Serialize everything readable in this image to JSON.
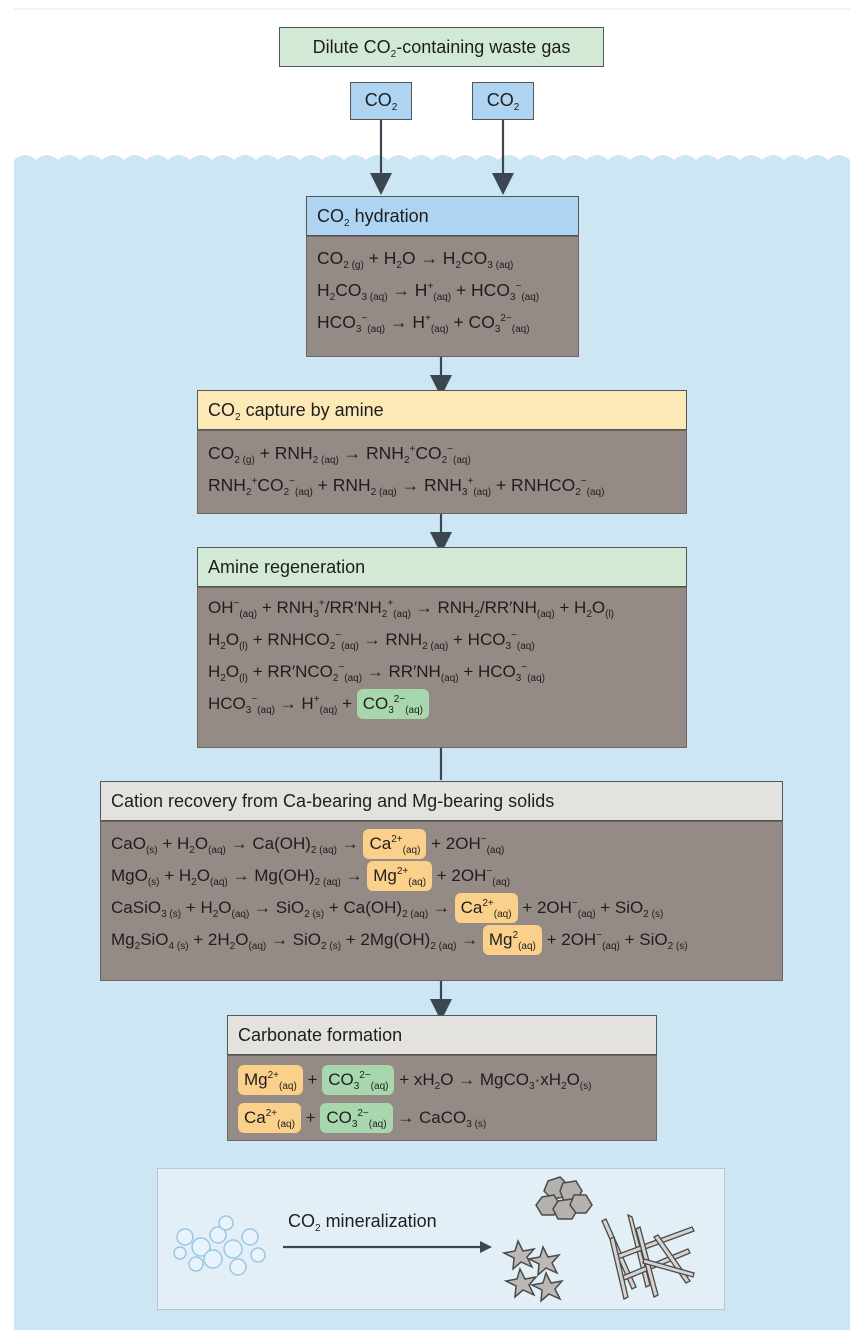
{
  "top_box": {
    "label_pre": "Dilute CO",
    "label_sub": "2",
    "label_post": "-containing waste gas"
  },
  "co2_inputs": [
    {
      "label": "CO",
      "sub": "2"
    },
    {
      "label": "CO",
      "sub": "2"
    }
  ],
  "sections": {
    "hydration": {
      "title_pre": "CO",
      "title_sub": "2",
      "title_post": " hydration",
      "eq1": [
        "CO",
        "2 (g)",
        " + H",
        "2",
        "O ",
        "→",
        " H",
        "2",
        "CO",
        "3 (aq)"
      ],
      "eq2": [
        "H",
        "2",
        "CO",
        "3 (aq)",
        " → H",
        "+",
        "(aq)",
        " + HCO",
        "3",
        "−",
        "(aq)"
      ],
      "eq3": [
        "HCO",
        "3",
        "−",
        "(aq)",
        " → H",
        "+",
        "(aq)",
        " + CO",
        "3",
        "2−",
        "(aq)"
      ]
    },
    "capture": {
      "title_pre": "CO",
      "title_sub": "2",
      "title_post": " capture by amine"
    },
    "regeneration": {
      "title": "Amine regeneration"
    },
    "cation": {
      "title": "Cation recovery from Ca-bearing and Mg-bearing solids"
    },
    "carbonate": {
      "title": "Carbonate formation"
    }
  },
  "bottom_panel": {
    "label_pre": "CO",
    "label_sub": "2",
    "label_post": " mineralization"
  },
  "colors": {
    "water": "#cde6f4",
    "equation_bg": "#958b86",
    "green_header": "#d2ead5",
    "yellow_header": "#fde9b5",
    "blue_header": "#aed4f1",
    "grey_header": "#e4e2df",
    "highlight_green": "#a9d7ad",
    "highlight_yellow": "#fad08b"
  }
}
